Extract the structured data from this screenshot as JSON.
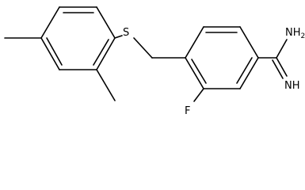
{
  "molecule": {
    "atoms": {
      "sulfur": "S",
      "fluorine": "F",
      "amine": "NH",
      "amine_subscript": "2",
      "imine": "NH"
    }
  }
}
